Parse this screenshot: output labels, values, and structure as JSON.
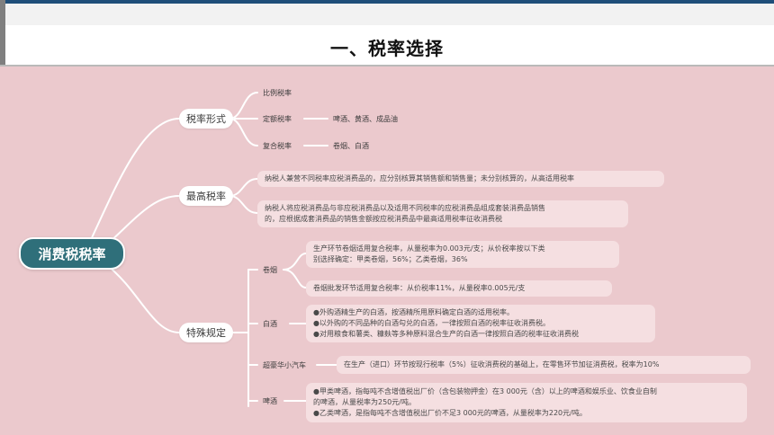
{
  "header": {
    "title": "一、税率选择"
  },
  "root": {
    "label": "消费税税率"
  },
  "branches": {
    "form": {
      "label": "税率形式",
      "proportional": "比例税率",
      "fixed": "定额税率",
      "fixed_items": "啤酒、黄酒、成品油",
      "compound": "复合税率",
      "compound_items": "卷烟、白酒"
    },
    "highest": {
      "label": "最高税率",
      "rule1": "纳税人兼营不同税率应税消费品的，应分别核算其销售额和销售量；未分别核算的，从高适用税率",
      "rule2": [
        "纳税人将应税消费品与非应税消费品以及适用不同税率的应税消费品组成套装消费品销售",
        "的，应根据成套消费品的销售金额按应税消费品中最高适用税率征收消费税"
      ]
    },
    "special": {
      "label": "特殊规定",
      "cigarette": {
        "label": "卷烟",
        "production": [
          "生产环节卷烟适用复合税率，从量税率为0.003元/支；从价税率按以下类",
          "别选择确定：甲类卷烟，56%；乙类卷烟，36%"
        ],
        "wholesale": "卷烟批发环节适用复合税率：从价税率11%，从量税率0.005元/支"
      },
      "liquor": {
        "label": "白酒",
        "lines": [
          "●外购酒精生产的白酒，按酒精所用原料确定白酒的适用税率。",
          "●以外购的不同品种的白酒勾兑的白酒，一律按照白酒的税率征收消费税。",
          "●对用粮食和薯类、糠麸等多种原料混合生产的白酒一律按照白酒的税率征收消费税"
        ]
      },
      "luxury_car": {
        "label": "超豪华小汽车",
        "text": "在生产（进口）环节按现行税率（5%）征收消费税的基础上，在零售环节加征消费税，税率为10%"
      },
      "beer": {
        "label": "啤酒",
        "lines": [
          "●甲类啤酒，指每吨不含增值税出厂价（含包装物押金）在3 000元（含）以上的啤酒和娱乐业、饮食业自制",
          "的啤酒，从量税率为250元/吨。",
          "●乙类啤酒，是指每吨不含增值税出厂价不足3 000元的啤酒，从量税率为220元/吨。"
        ]
      }
    }
  },
  "colors": {
    "root": "#2f6f7a",
    "background": "#ebc9cd",
    "node": "#ffffff",
    "leaf": "#f5dfe1",
    "connector": "#ffffff"
  }
}
